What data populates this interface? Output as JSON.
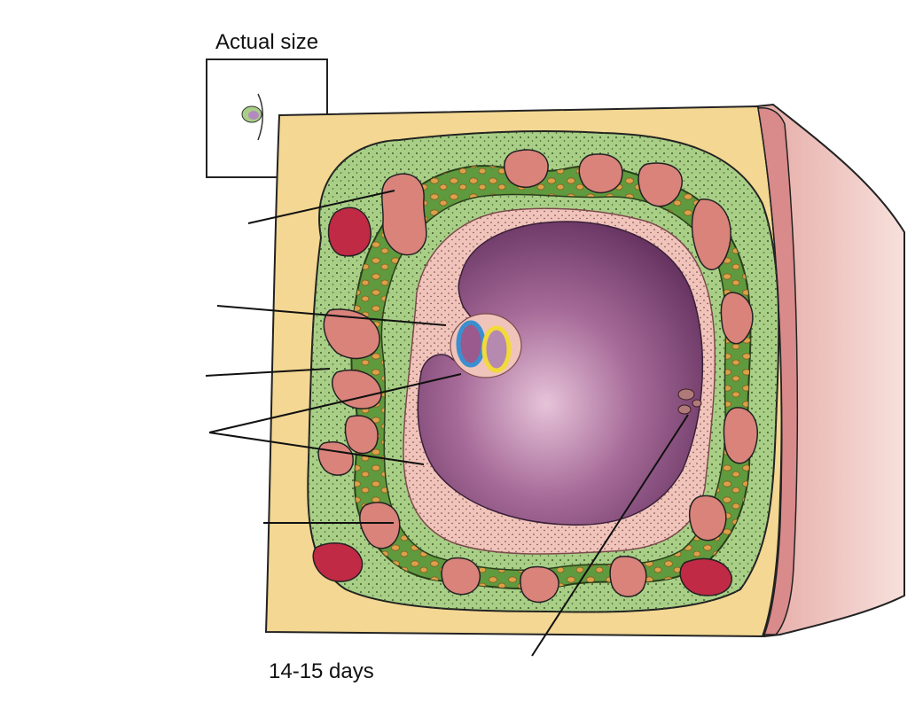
{
  "inset": {
    "title": "Actual size"
  },
  "caption": {
    "stage": "14-15 days"
  },
  "leaders": [
    {
      "name": "leader-decidua",
      "label": ""
    },
    {
      "name": "leader-bilaminar-disc",
      "label": ""
    },
    {
      "name": "leader-syncytiotrophoblast",
      "label": ""
    },
    {
      "name": "leader-extraembryonic-mesoderm",
      "label": ""
    },
    {
      "name": "leader-lacunae",
      "label": ""
    },
    {
      "name": "leader-connecting-region",
      "label": ""
    }
  ],
  "colors": {
    "endometrium": "#f3d792",
    "trophoblast": "#a9cf87",
    "syncytium": "#5f9a3e",
    "lacuna": "#d9837b",
    "cavity": "#7a3b6e",
    "mesoderm": "#f0c4bb",
    "epiblast": "#3a8fd0",
    "hypoblast": "#f2da3a",
    "vessel": "#c02a45"
  }
}
